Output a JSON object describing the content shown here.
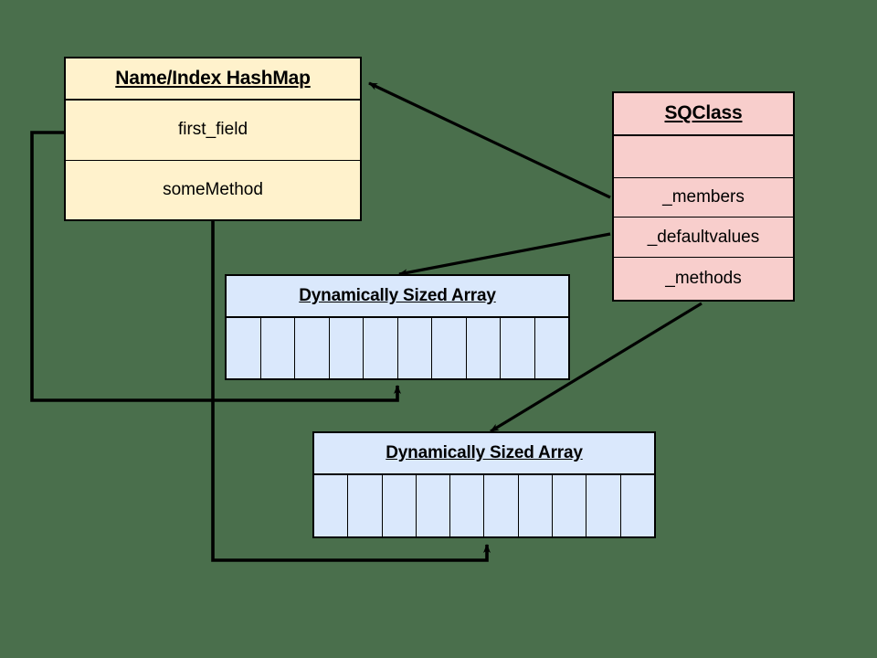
{
  "diagram": {
    "title": "SQClass memory layout diagram",
    "background_color": "#4a6f4c",
    "colors": {
      "hashmap_fill": "#fff2cc",
      "sqclass_fill": "#f8cecc",
      "array_fill": "#dae8fc",
      "stroke": "#000000"
    }
  },
  "hashmap": {
    "title": "Name/Index HashMap",
    "rows": [
      {
        "label": "first_field"
      },
      {
        "label": "someMethod"
      }
    ]
  },
  "sqclass": {
    "title": "SQClass",
    "rows": [
      {
        "label": ""
      },
      {
        "label": "_members"
      },
      {
        "label": "_defaultvalues"
      },
      {
        "label": "_methods"
      }
    ]
  },
  "arrays": [
    {
      "title": "Dynamically Sized Array",
      "cell_count": 10,
      "cells": [
        "",
        "",
        "",
        "",
        "",
        "",
        "",
        "",
        "",
        ""
      ]
    },
    {
      "title": "Dynamically Sized Array",
      "cell_count": 10,
      "cells": [
        "",
        "",
        "",
        "",
        "",
        "",
        "",
        "",
        "",
        ""
      ]
    }
  ],
  "edges": [
    {
      "name": "members-to-hashmap",
      "from": "sqclass._members",
      "to": "hashmap",
      "style": "straight-arrow"
    },
    {
      "name": "defaultvalues-to-array1",
      "from": "sqclass._defaultvalues",
      "to": "arrays.0",
      "style": "straight-arrow"
    },
    {
      "name": "methods-to-array2",
      "from": "sqclass._methods",
      "to": "arrays.1",
      "style": "straight-arrow"
    },
    {
      "name": "first_field-to-array1",
      "from": "hashmap.first_field",
      "to": "arrays.0",
      "style": "orthogonal-arrow"
    },
    {
      "name": "someMethod-to-array2",
      "from": "hashmap.someMethod",
      "to": "arrays.1",
      "style": "orthogonal-arrow"
    }
  ]
}
